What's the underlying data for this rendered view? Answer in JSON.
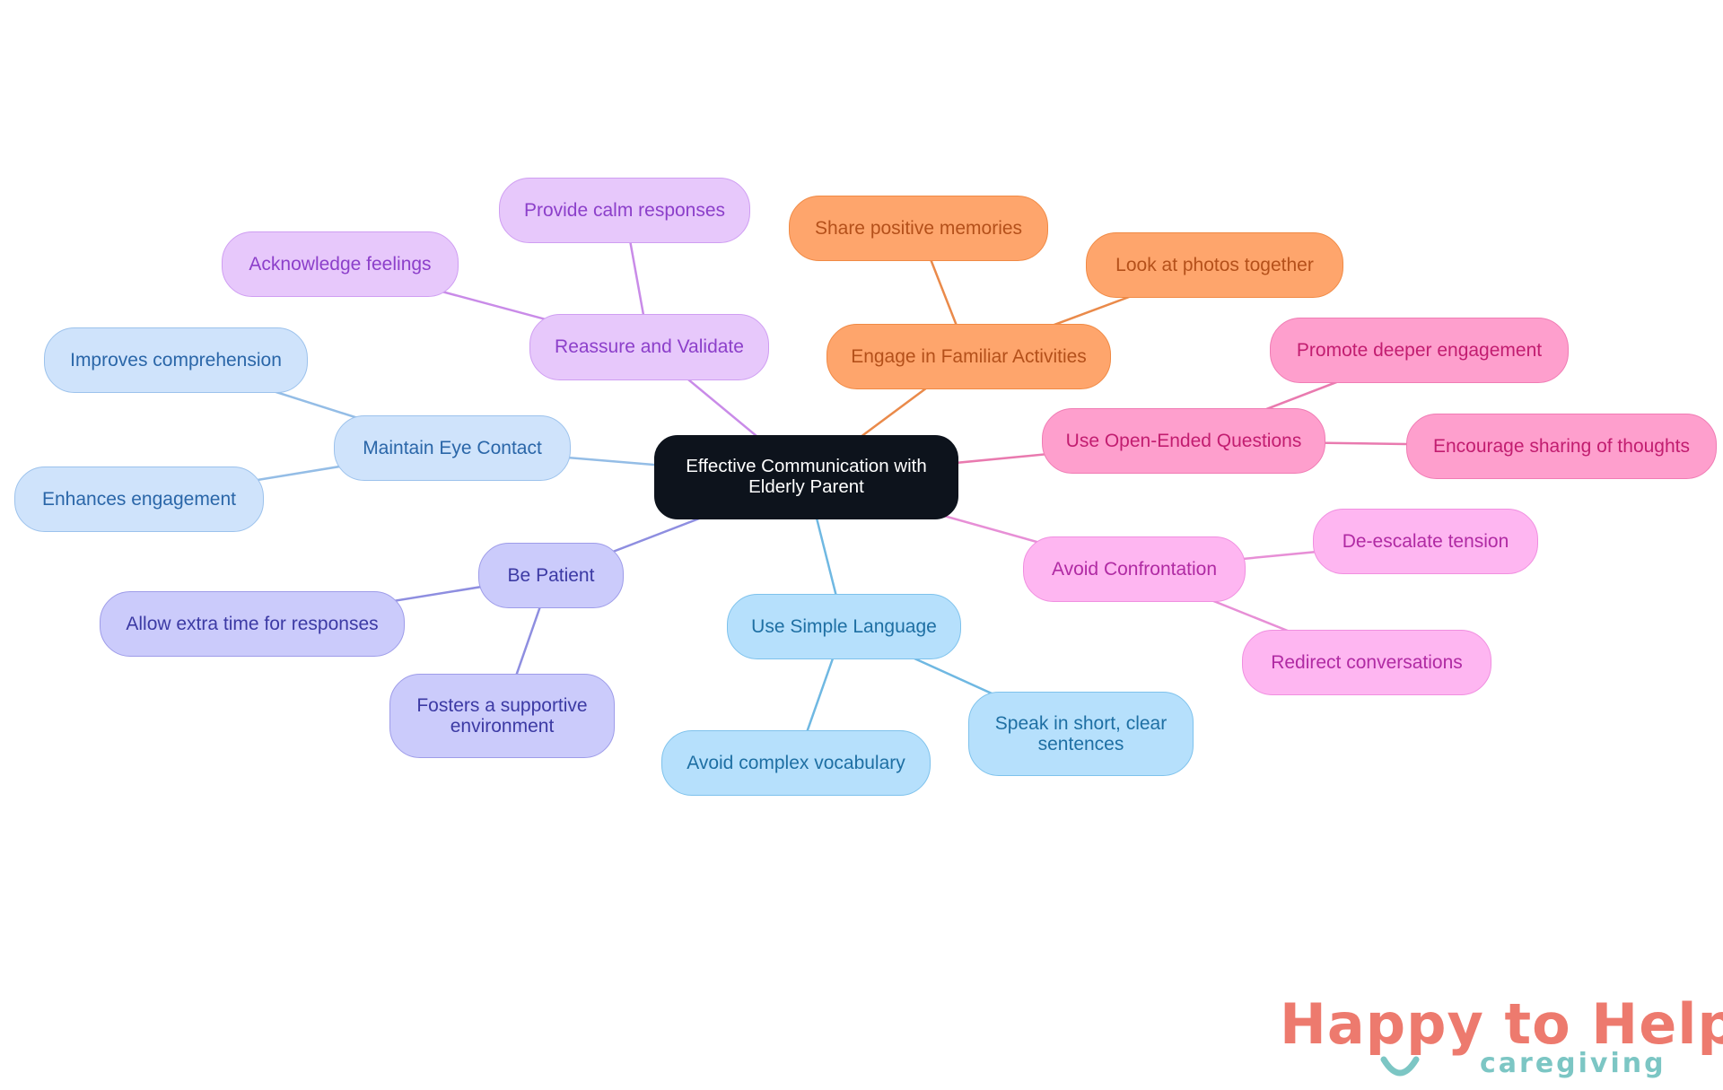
{
  "diagram": {
    "root": "Effective Communication with Elderly Parent",
    "branches": [
      {
        "label": "Reassure and Validate",
        "color": "#c98be8",
        "children": [
          "Provide calm responses",
          "Acknowledge feelings"
        ]
      },
      {
        "label": "Engage in Familiar Activities",
        "color": "#ea8a4a",
        "children": [
          "Share positive memories",
          "Look at photos together"
        ]
      },
      {
        "label": "Use Open-Ended Questions",
        "color": "#e97aaf",
        "children": [
          "Promote deeper engagement",
          "Encourage sharing of thoughts"
        ]
      },
      {
        "label": "Avoid Confrontation",
        "color": "#e78fd6",
        "children": [
          "De-escalate tension",
          "Redirect conversations"
        ]
      },
      {
        "label": "Use Simple Language",
        "color": "#6fb8e2",
        "children": [
          "Avoid complex vocabulary",
          "Speak in short, clear sentences"
        ]
      },
      {
        "label": "Be Patient",
        "color": "#8e8ee0",
        "children": [
          "Allow extra time for responses",
          "Fosters a supportive environment"
        ]
      },
      {
        "label": "Maintain Eye Contact",
        "color": "#94bde6",
        "children": [
          "Improves comprehension",
          "Enhances engagement"
        ]
      }
    ]
  },
  "logo": {
    "text": "Happy to Help",
    "tagline": "caregiving",
    "accent_colors": [
      "#ed7a6e",
      "#7cc6c4"
    ]
  }
}
